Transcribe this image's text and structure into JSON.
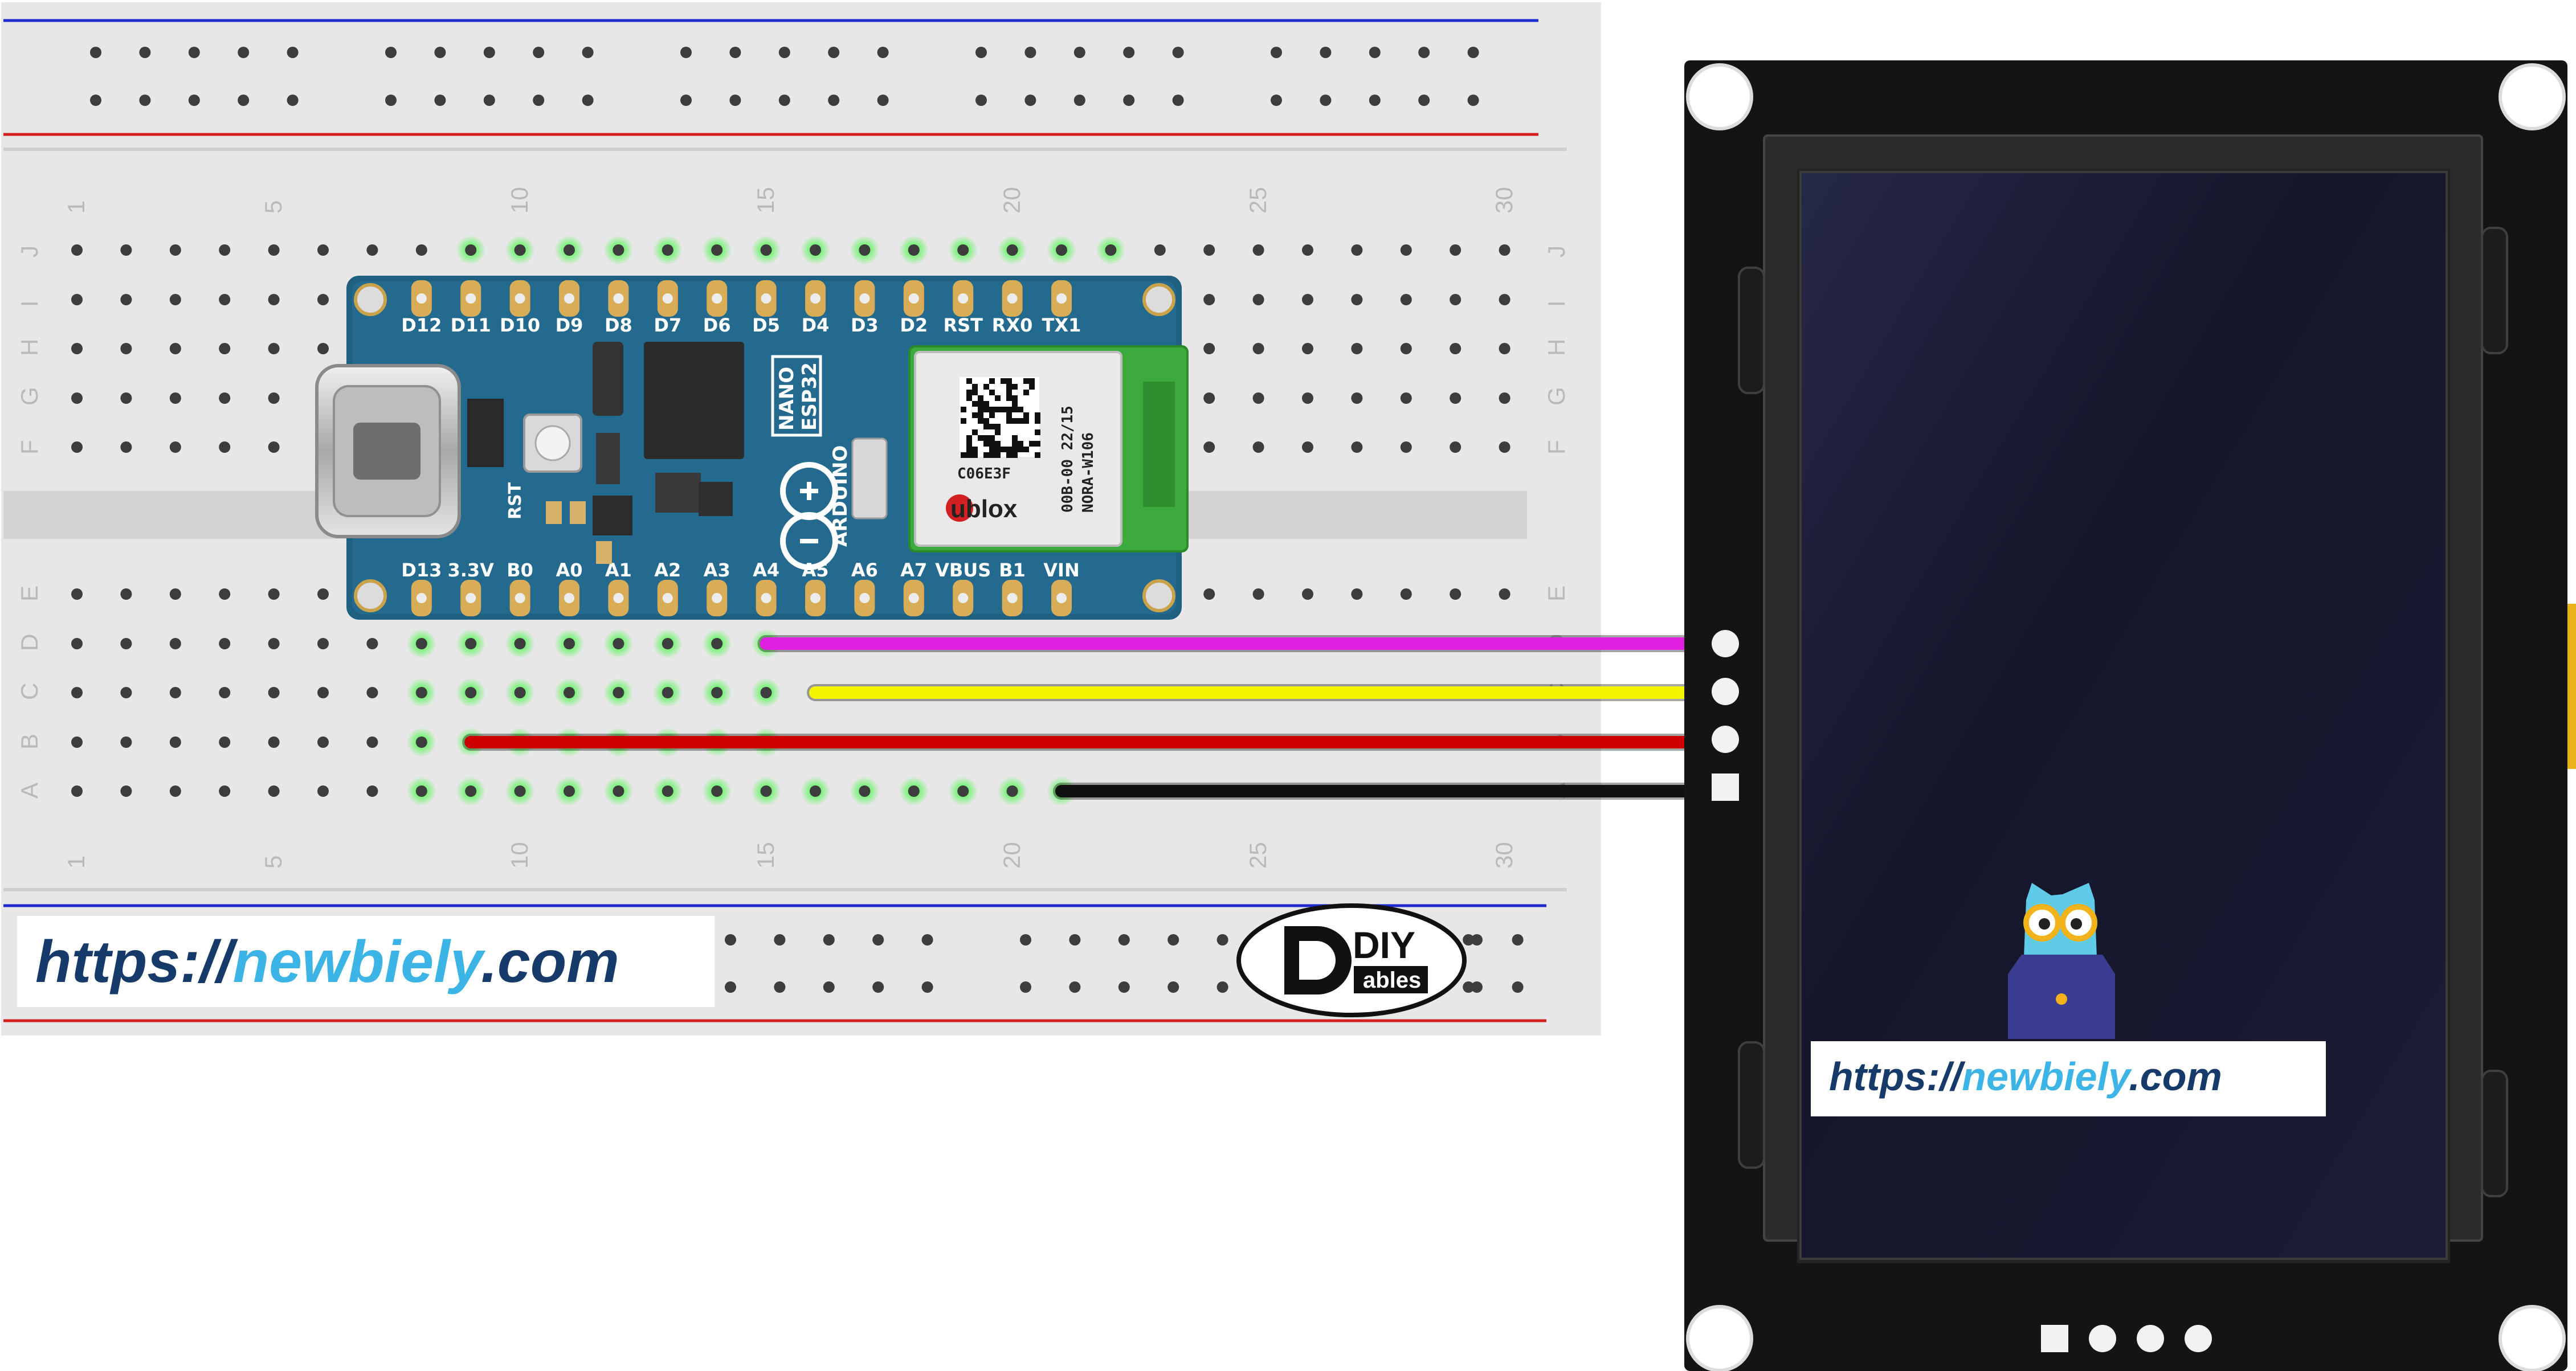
{
  "breadboard": {
    "row_letters_top": [
      "J",
      "I",
      "H",
      "G",
      "F"
    ],
    "row_letters_bottom": [
      "E",
      "D",
      "C",
      "B",
      "A"
    ],
    "column_numbers": [
      "1",
      "5",
      "10",
      "15",
      "20",
      "25",
      "30"
    ],
    "rail_colors": {
      "blue": "#1d2bcf",
      "red": "#d62020"
    }
  },
  "board": {
    "name_line1": "NANO",
    "name_line2": "ESP32",
    "brand": "ARDUINO",
    "button_label": "RST",
    "top_pins": [
      "D12",
      "D11",
      "D10",
      "D9",
      "D8",
      "D7",
      "D6",
      "D5",
      "D4",
      "D3",
      "D2",
      "RST",
      "RX0",
      "TX1"
    ],
    "bottom_pins": [
      "D13",
      "3.3V",
      "B0",
      "A0",
      "A1",
      "A2",
      "A3",
      "A4",
      "A5",
      "A6",
      "A7",
      "VBUS",
      "B1",
      "VIN"
    ],
    "module": {
      "code": "C06E3F",
      "line1": "00B-00 22/15",
      "line2": "NORA-W106",
      "vendor": "ublox"
    }
  },
  "wires": [
    {
      "color": "#e020e0",
      "from": "A4 column (row D)"
    },
    {
      "color": "#f4f400",
      "from": "A5 column (row C)"
    },
    {
      "color": "#cc0000",
      "from": "3.3V column (row B)"
    },
    {
      "color": "#111111",
      "from": "VIN column (row A)"
    }
  ],
  "watermark": {
    "prefix": "https://",
    "name": "newbiely",
    "suffix": ".com"
  },
  "logo": {
    "top": "DIY",
    "bottom": "ables"
  },
  "display": {
    "url_prefix": "https://",
    "url_name": "newbiely",
    "url_suffix": ".com"
  }
}
